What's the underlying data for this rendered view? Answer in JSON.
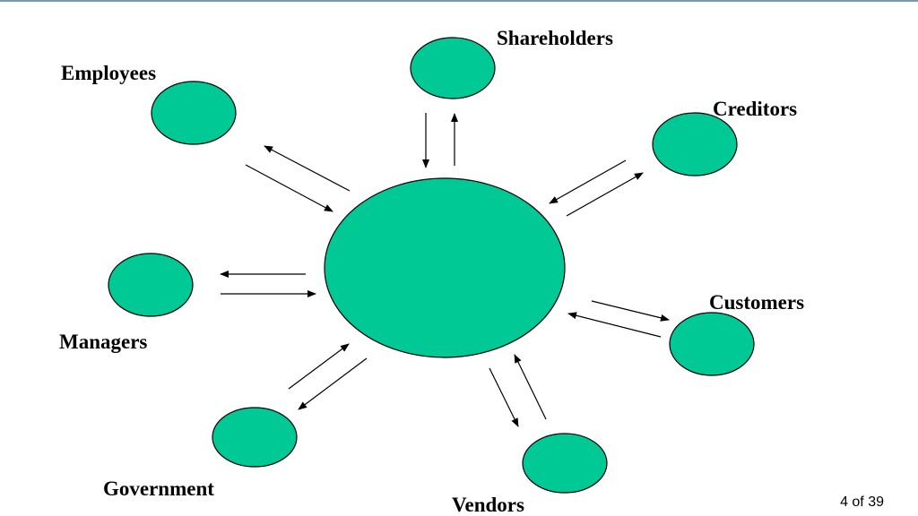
{
  "colors": {
    "node_fill": "#00c996",
    "node_stroke": "#000000",
    "arrow": "#000000",
    "rule": "#7f97ad"
  },
  "stakeholders": {
    "shareholders": "Shareholders",
    "employees": "Employees",
    "creditors": "Creditors",
    "managers": "Managers",
    "customers": "Customers",
    "government": "Government",
    "vendors": "Vendors"
  },
  "footer": {
    "page_number": "4 of 39"
  }
}
